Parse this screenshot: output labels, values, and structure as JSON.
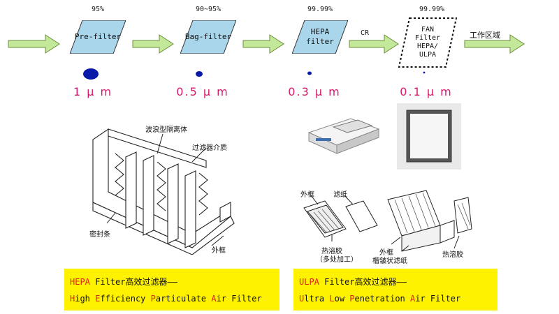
{
  "flow": {
    "stages": [
      {
        "efficiency": "95%",
        "label": "Pre-filter",
        "particle": "1 μ m"
      },
      {
        "efficiency": "90~95%",
        "label": "Bag-filter",
        "particle": "0.5 μ m"
      },
      {
        "efficiency": "99.99%",
        "label": "HEPA\nfilter",
        "particle": "0.3 μ m"
      },
      {
        "efficiency": "99.99%",
        "label": "FAN\nFilter\nHEPA/\nULPA",
        "particle": "0.1 μ m"
      }
    ],
    "cr_label": "CR",
    "work_area": "工作区域"
  },
  "hepa_diagram": {
    "wave_body": "波浪型隔离体",
    "media": "过滤器介质",
    "seal": "密封条",
    "frame": "外框"
  },
  "ulpa_diagram": {
    "frame_left": "外框",
    "paper": "滤纸",
    "hotmelt_left": "热溶胶",
    "hotmelt_left_sub": "（多处加工）",
    "frame_right": "外框",
    "pleated_paper": "榴皱状滤纸",
    "hotmelt_right": "热溶胶"
  },
  "hepa_box": {
    "title_acronym": "HEPA",
    "title_rest": " Filter高效过滤器——",
    "words": [
      {
        "initial": "H",
        "rest": "igh "
      },
      {
        "initial": "E",
        "rest": "fficiency "
      },
      {
        "initial": "P",
        "rest": "articulate "
      },
      {
        "initial": "A",
        "rest": "ir Filter"
      }
    ]
  },
  "ulpa_box": {
    "title_acronym": "ULPA",
    "title_rest": " Filter高效过滤器——",
    "words": [
      {
        "initial": "U",
        "rest": "ltra "
      },
      {
        "initial": "L",
        "rest": "ow "
      },
      {
        "initial": "P",
        "rest": "enetration "
      },
      {
        "initial": "A",
        "rest": "ir Filter"
      }
    ]
  },
  "colors": {
    "arrow_fill": "#c4e89a",
    "arrow_stroke": "#6a8d3c",
    "parallelogram": "#a9d6ea",
    "micron_text": "#d61a6e",
    "dot": "#0a1aa8",
    "highlight_box": "#fff200",
    "initial_letter": "#e0201a"
  }
}
